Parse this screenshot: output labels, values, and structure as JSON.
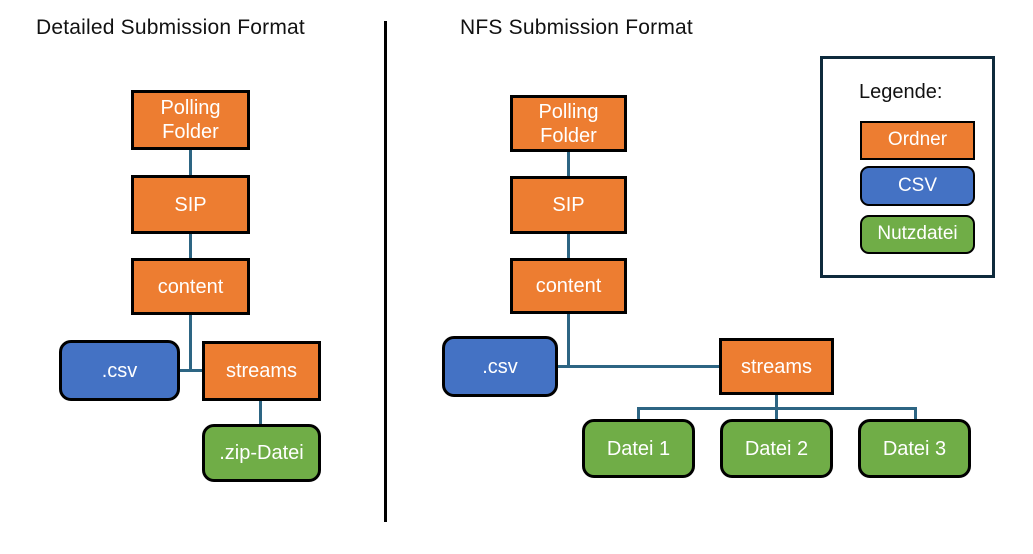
{
  "left_diagram": {
    "title": "Detailed Submission Format",
    "nodes": {
      "polling": "Polling Folder",
      "sip": "SIP",
      "content": "content",
      "csv": ".csv",
      "streams": "streams",
      "zip": ".zip-Datei"
    }
  },
  "right_diagram": {
    "title": "NFS Submission Format",
    "nodes": {
      "polling": "Polling Folder",
      "sip": "SIP",
      "content": "content",
      "csv": ".csv",
      "streams": "streams",
      "datei1": "Datei 1",
      "datei2": "Datei 2",
      "datei3": "Datei 3"
    }
  },
  "legend": {
    "title": "Legende:",
    "items": [
      {
        "label": "Ordner",
        "type": "folder"
      },
      {
        "label": "CSV",
        "type": "csv"
      },
      {
        "label": "Nutzdatei",
        "type": "payload"
      }
    ]
  },
  "colors": {
    "folder_fill": "#ED7D31",
    "csv_fill": "#4472C4",
    "payload_fill": "#70AD47",
    "box_border": "#000000",
    "connector": "#2D6583",
    "divider": "#000000",
    "legend_border": "#0E2A3C",
    "box_text": "#FFFFFF",
    "title_text": "#121212"
  }
}
